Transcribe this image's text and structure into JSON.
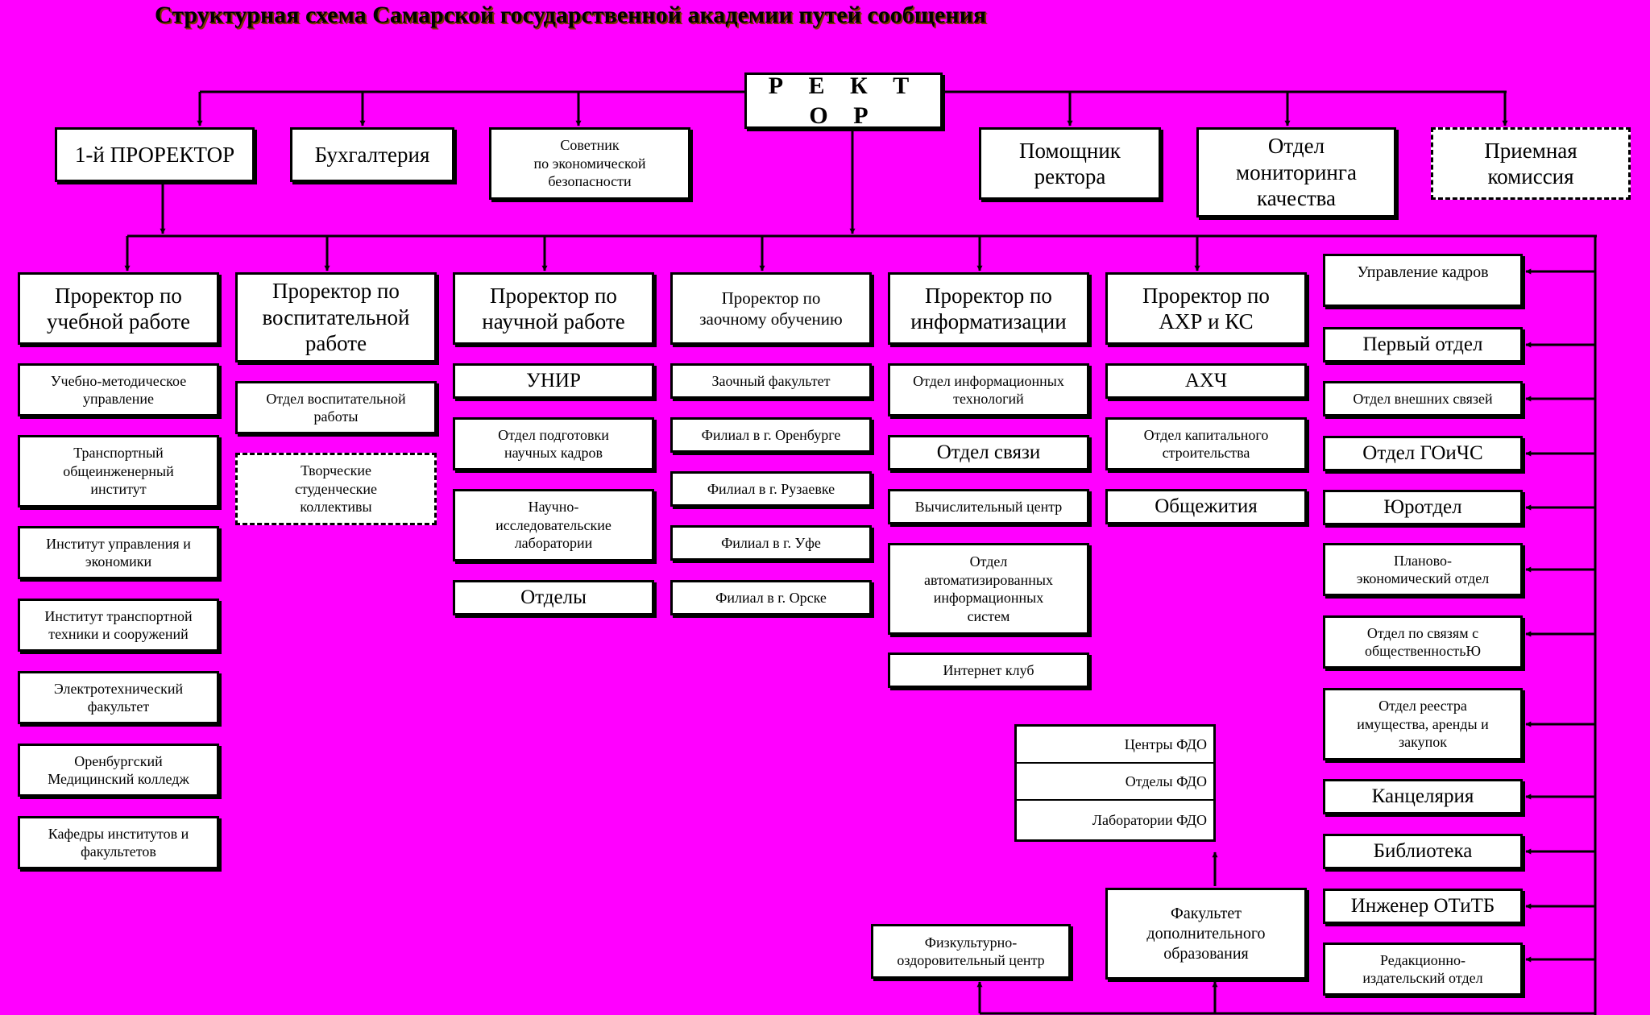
{
  "title": "Структурная схема Самарской государственной академии путей сообщения",
  "top": {
    "rector": "Р Е К Т О Р",
    "first_prorector": "1-й ПРОРЕКТОР",
    "accounting": "Бухгалтерия",
    "advisor": "Советник\nпо экономической\nбезопасности",
    "assistant": "Помощник\nректора",
    "quality": "Отдел\nмониторинга\nкачества",
    "admission": "Приемная\nкомиссия"
  },
  "prorectors": {
    "study": "Проректор по\nучебной работе",
    "upbringing": "Проректор по\nвоспитательной\nработе",
    "science": "Проректор по\nнаучной работе",
    "distance": "Проректор по\nзаочному обучению",
    "it": "Проректор по\nинформатизации",
    "ahr": "Проректор по\nАХР и КС"
  },
  "study_units": [
    "Учебно-методическое\nуправление",
    "Транспортный\nобщеинженерный\nинститут",
    "Институт управления и\nэкономики",
    "Институт транспортной\nтехники и сооружений",
    "Электротехнический\nфакультет",
    "Оренбургский\nМедицинский колледж",
    "Кафедры институтов и\nфакультетов"
  ],
  "upbringing_units": [
    "Отдел воспитательной\nработы",
    "Творческие\nстуденческие\nколлективы"
  ],
  "science_units": [
    "УНИР",
    "Отдел подготовки\nнаучных кадров",
    "Научно-\nисследовательские\nлаборатории",
    "Отделы"
  ],
  "distance_units": [
    "Заочный факультет",
    "Филиал в г. Оренбурге",
    "Филиал в г. Рузаевке",
    "Филиал в г. Уфе",
    "Филиал в г. Орске"
  ],
  "it_units": [
    "Отдел информационных\nтехнологий",
    "Отдел связи",
    "Вычислительный центр",
    "Отдел\nавтоматизированных\nинформационных\nсистем",
    "Интернет клуб"
  ],
  "ahr_units": [
    "АХЧ",
    "Отдел капитального\nстроительства",
    "Общежития"
  ],
  "right_units": [
    "Управление кадров",
    "Первый отдел",
    "Отдел внешних связей",
    "Отдел ГОиЧС",
    "Юротдел",
    "Планово-\nэкономический отдел",
    "Отдел по связям с\nобщественностьЮ",
    "Отдел реестра\nимущества, аренды и\nзакупок",
    "Канцелярия",
    "Библиотека",
    "Инженер ОТиТБ",
    "Редакционно-\nиздательский отдел"
  ],
  "fdo": {
    "rows": [
      "Центры ФДО",
      "Отделы ФДО",
      "Лаборатории ФДО"
    ],
    "faculty": "Факультет\nдополнительного\nобразования",
    "sport": "Физкультурно-\nоздоровительный центр"
  }
}
